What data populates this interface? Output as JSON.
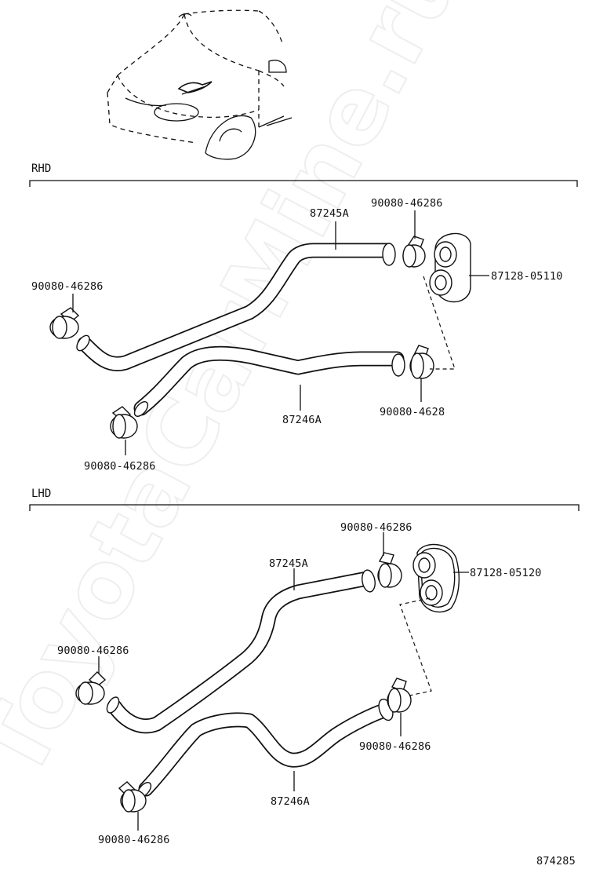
{
  "watermark": "ToyotaCarMine.ru",
  "sections": {
    "rhd": {
      "title": "RHD",
      "hose_upper": "87245A",
      "hose_lower": "87246A",
      "grommet": "87128-05110",
      "clamp_top": "90080-46286",
      "clamp_left": "90080-46286",
      "clamp_bottom_left": "90080-46286",
      "clamp_right": "90080-4628"
    },
    "lhd": {
      "title": "LHD",
      "hose_upper": "87245A",
      "hose_lower": "87246A",
      "grommet": "87128-05120",
      "clamp_top": "90080-46286",
      "clamp_left": "90080-46286",
      "clamp_bottom_left": "90080-46286",
      "clamp_right": "90080-46286"
    }
  },
  "figure_number": "874285"
}
